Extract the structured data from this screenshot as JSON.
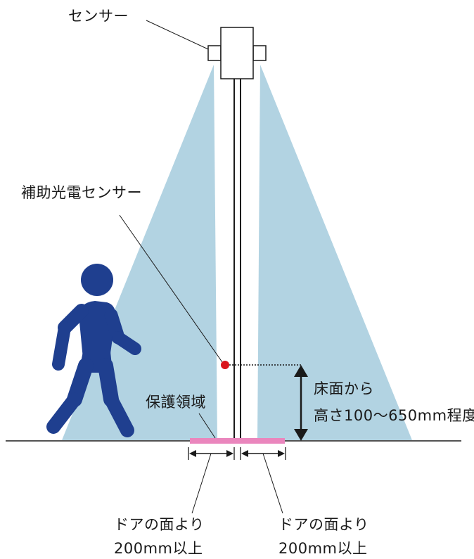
{
  "labels": {
    "sensor": "センサー",
    "aux_sensor": "補助光電センサー",
    "protect_zone": "保護領域",
    "height_line1": "床面から",
    "height_line2": "高さ100～650mm程度",
    "left_door_line1": "ドアの面より",
    "left_door_line2": "200mm以上",
    "right_door_line1": "ドアの面より",
    "right_door_line2": "200mm以上"
  },
  "colors": {
    "beam": "#b2d3e2",
    "person": "#1f3f8f",
    "protect_zone": "#ea86bd",
    "aux_sensor_dot": "#d9141b",
    "line": "#1a1a1a"
  },
  "icons": {
    "person": "walking-person-icon",
    "sensor": "sensor-box-icon",
    "aux_sensor": "red-dot-sensor-icon"
  }
}
